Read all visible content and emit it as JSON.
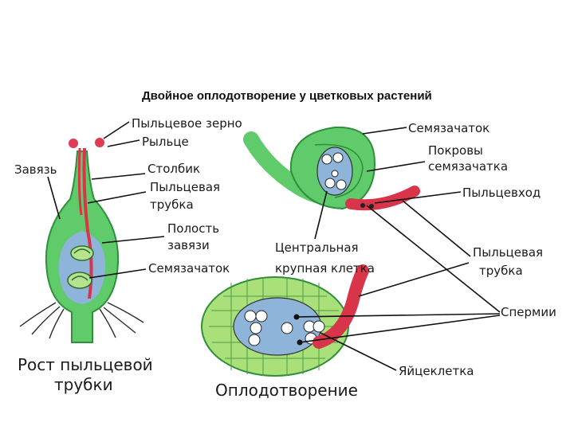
{
  "title": "Двойное оплодотворение у цветковых растений",
  "labels": {
    "pollen_grain": "Пыльцевое зерно",
    "stigma": "Рыльце",
    "ovary": "Завязь",
    "style": "Столбик",
    "pollen_tube_1": "Пыльцевая",
    "pollen_tube_2": "трубка",
    "ovary_cavity_1": "Полость",
    "ovary_cavity_2": "завязи",
    "ovule_left": "Семязачаток",
    "ovule_top": "Семязачаток",
    "integuments_1": "Покровы",
    "integuments_2": "семязачатка",
    "micropyle": "Пыльцевход",
    "central_cell_1": "Центральная",
    "central_cell_2": "крупная клетка",
    "pollen_tube_right_1": "Пыльцевая",
    "pollen_tube_right_2": "трубка",
    "sperm": "Спермии",
    "egg_cell": "Яйцеклетка"
  },
  "captions": {
    "growth_1": "Рост пыльцевой",
    "growth_2": "трубки",
    "fertilization": "Оплодотворение"
  },
  "colors": {
    "tissue_green": "#5fcb6a",
    "tissue_dark": "#2f8f3a",
    "cavity_blue": "#8fb4d9",
    "tube_red": "#d8344a",
    "cell_green": "#a9e07a"
  }
}
